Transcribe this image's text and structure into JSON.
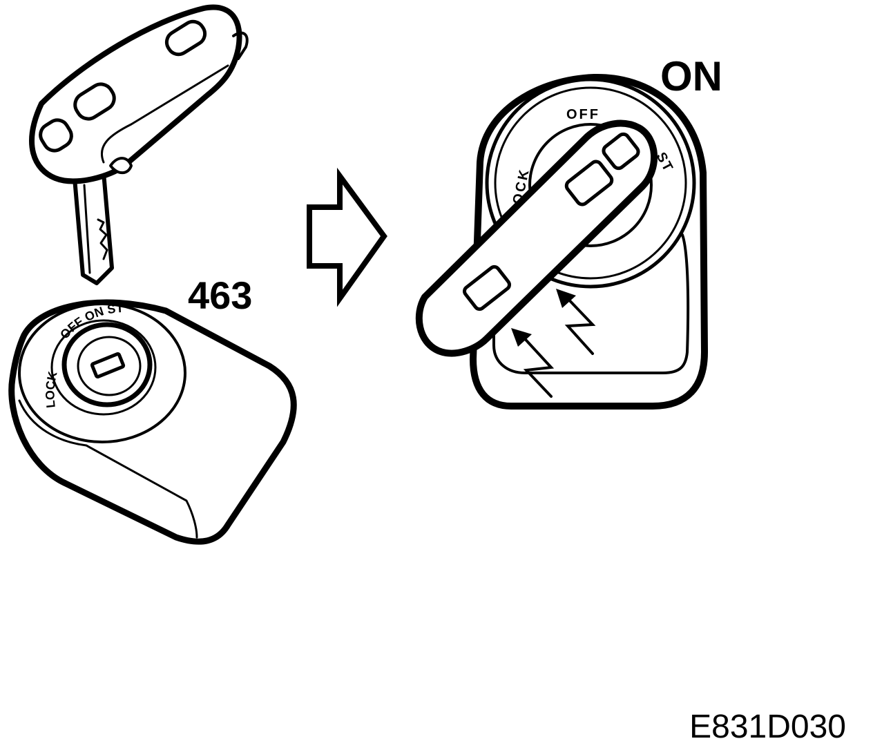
{
  "figure": {
    "part_number": "463",
    "state_label": "ON",
    "left_switch": {
      "positions": [
        "LOCK",
        "OFF ON ST"
      ]
    },
    "right_switch": {
      "positions": [
        "LOCK",
        "OFF",
        "ON",
        "ST"
      ]
    },
    "figure_code": "E831D030"
  }
}
